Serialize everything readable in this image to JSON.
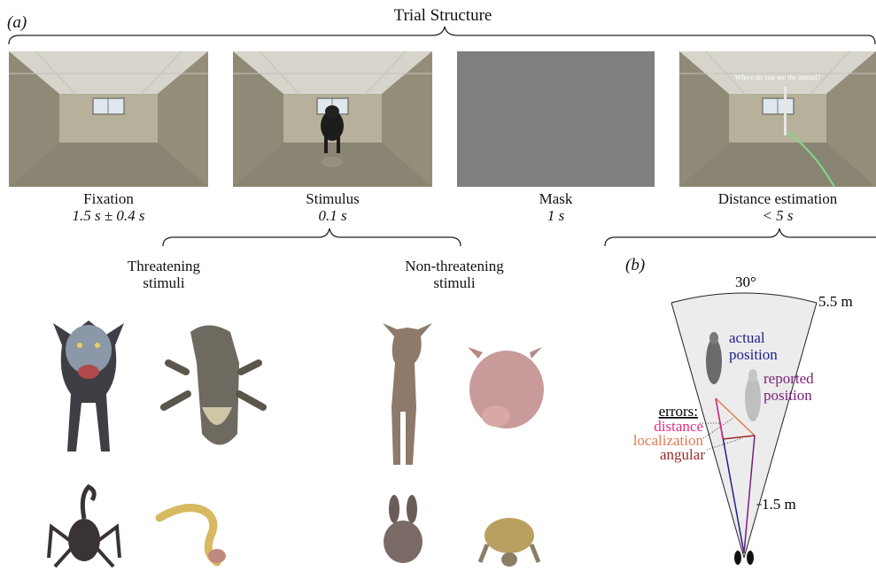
{
  "panel_a": {
    "label": "(a)",
    "title": "Trial Structure",
    "steps": [
      {
        "name": "Fixation",
        "duration": "1.5 s ± 0.4 s"
      },
      {
        "name": "Stimulus",
        "duration": "0.1 s"
      },
      {
        "name": "Mask",
        "duration": "1 s"
      },
      {
        "name": "Distance estimation",
        "duration": "< 5 s"
      }
    ],
    "question_text": "Where do you see the animal?",
    "threatening": {
      "heading_line1": "Threatening",
      "heading_line2": "stimuli",
      "animals": [
        "wolf",
        "crocodile",
        "scorpion",
        "snake"
      ]
    },
    "non_threatening": {
      "heading_line1": "Non-threatening",
      "heading_line2": "stimuli",
      "animals": [
        "deer",
        "pig",
        "rabbit",
        "tortoise"
      ]
    }
  },
  "panel_b": {
    "label": "(b)",
    "angle": "30°",
    "far_distance": "5.5 m",
    "near_distance": "1.5 m",
    "actual_line1": "actual",
    "actual_line2": "position",
    "reported_line1": "reported",
    "reported_line2": "position",
    "errors_title": "errors:",
    "error_distance": "distance",
    "error_localization": "localization",
    "error_angular": "angular",
    "colors": {
      "actual": "#1f1f8f",
      "reported": "#7a1f7a",
      "distance": "#e0307a",
      "localization": "#e07a50",
      "angular": "#9a2a2a",
      "field": "#ececec"
    }
  }
}
